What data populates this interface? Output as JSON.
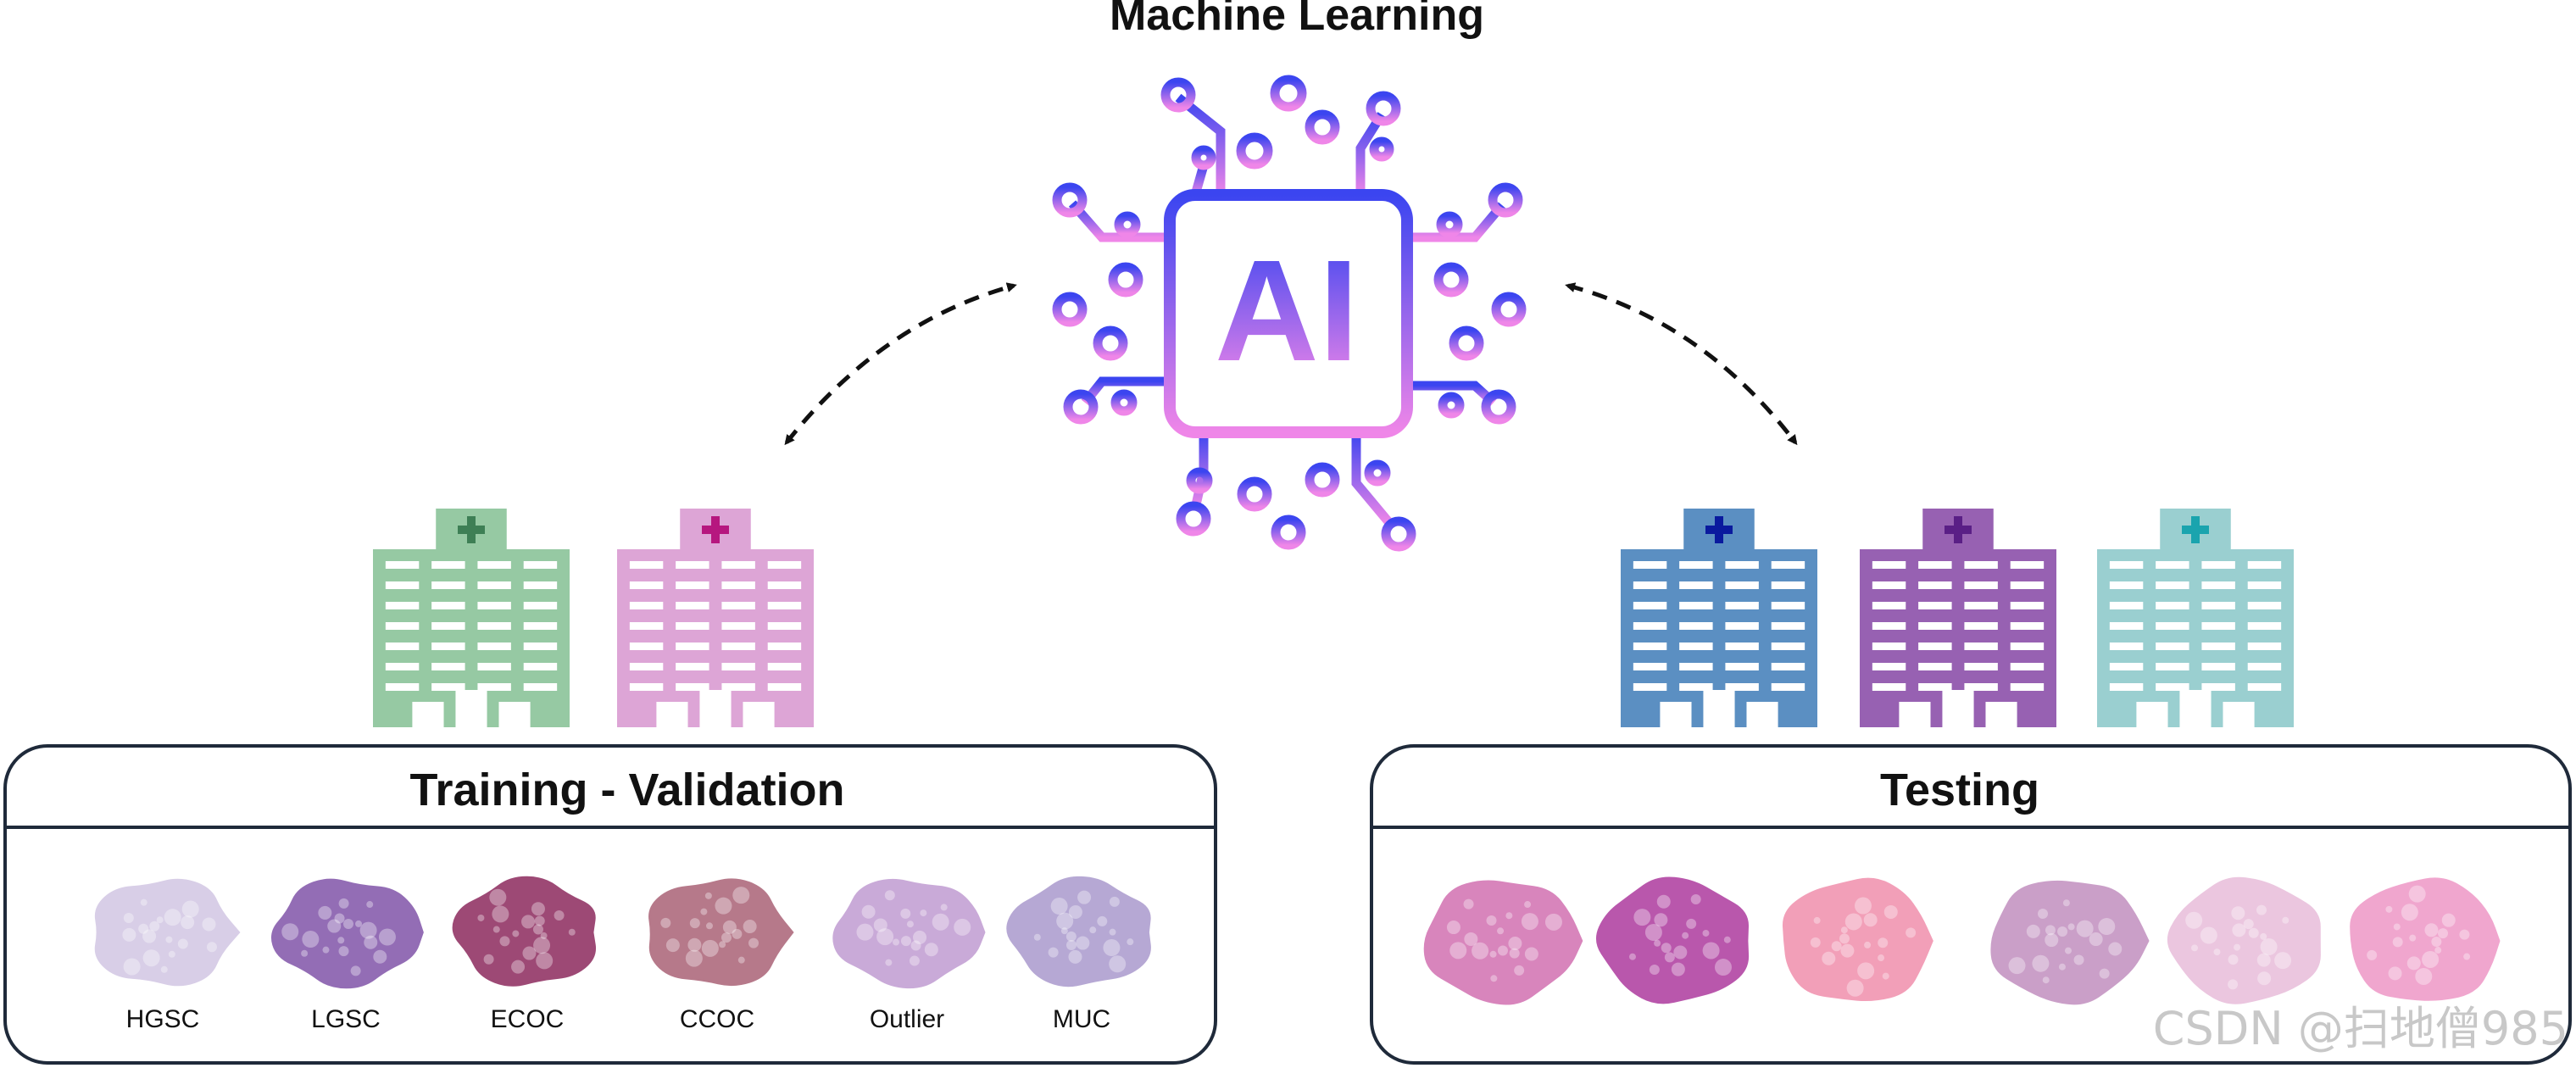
{
  "title": "Machine Learning",
  "ai_chip": {
    "label": "AI",
    "gradient_top": "#3B45F0",
    "gradient_bottom": "#EF86E8"
  },
  "training_panel": {
    "title": "Training - Validation",
    "hospital_colors": [
      {
        "body": "#96C9A3",
        "cross": "#3E7F55"
      },
      {
        "body": "#DDA5D6",
        "cross": "#B6177F"
      }
    ],
    "slides": [
      {
        "label": "HGSC",
        "color": "#D6CCE6"
      },
      {
        "label": "LGSC",
        "color": "#8E66B2"
      },
      {
        "label": "ECOC",
        "color": "#98406E"
      },
      {
        "label": "CCOC",
        "color": "#B37284"
      },
      {
        "label": "Outlier",
        "color": "#C7A6D6"
      },
      {
        "label": "MUC",
        "color": "#B3A4D2"
      }
    ]
  },
  "testing_panel": {
    "title": "Testing",
    "hospital_colors": [
      {
        "body": "#5B8FC2",
        "cross": "#0A1A9E"
      },
      {
        "body": "#9761B2",
        "cross": "#5A1F86"
      },
      {
        "body": "#9ACFD0",
        "cross": "#1AA4AE"
      }
    ],
    "slides": [
      {
        "color": "#D67FB9"
      },
      {
        "color": "#B64FA8"
      },
      {
        "color": "#F29AB5"
      },
      {
        "color": "#C89AC6"
      },
      {
        "color": "#EAC3DE"
      },
      {
        "color": "#F0A2CC"
      }
    ]
  },
  "watermark": "CSDN @扫地僧985"
}
